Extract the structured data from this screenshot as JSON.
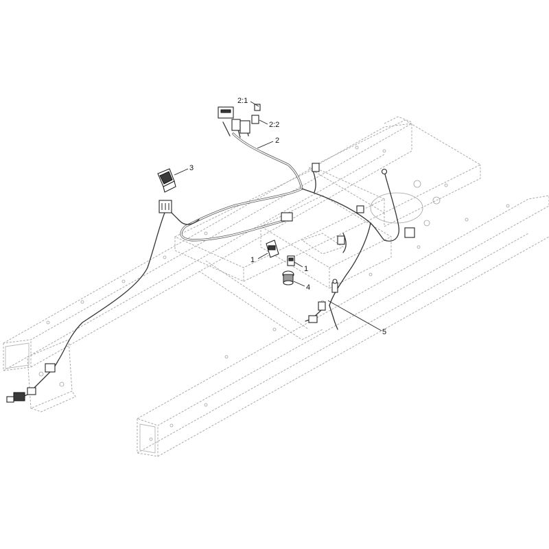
{
  "callouts": [
    {
      "id": "c-2-1",
      "label": "2:1"
    },
    {
      "id": "c-2-2",
      "label": "2:2"
    },
    {
      "id": "c-2",
      "label": "2"
    },
    {
      "id": "c-3",
      "label": "3"
    },
    {
      "id": "c-1a",
      "label": "1"
    },
    {
      "id": "c-1b",
      "label": "1"
    },
    {
      "id": "c-4",
      "label": "4"
    },
    {
      "id": "c-5",
      "label": "5"
    }
  ],
  "colors": {
    "frame": "#a8a8a8",
    "wire": "#333333",
    "part": "#222222",
    "text": "#111111"
  }
}
